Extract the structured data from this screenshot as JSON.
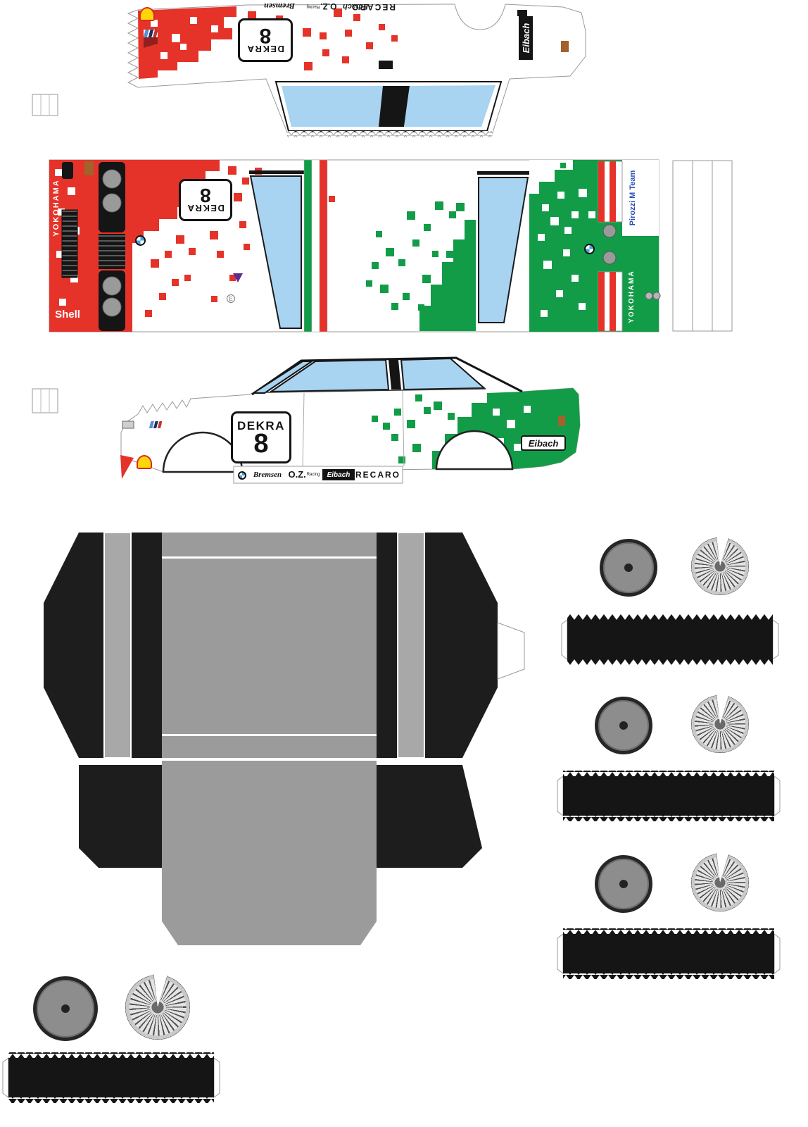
{
  "livery": {
    "dekra": "DEKRA",
    "race_number": "8",
    "recaro": "RECARO",
    "oz": "O.Z.",
    "oz_racing": "Racing",
    "eibach": "Eibach",
    "bremsen": "Bremsen",
    "shell": "Shell",
    "yokohama": "YOKOHAMA",
    "team": "Pirozzi M Team",
    "e_mark": "E"
  },
  "colors": {
    "livery_red": "#e5332a",
    "livery_green": "#129c48",
    "glass_blue": "#a8d3f1",
    "ink_black": "#151515",
    "chassis_gray": "#9b9b9b",
    "wheel_gray": "#8d8d8d",
    "team_blue": "#2b50b4",
    "shell_yellow": "#ffd60a",
    "tab_brown": "#a1622b"
  }
}
